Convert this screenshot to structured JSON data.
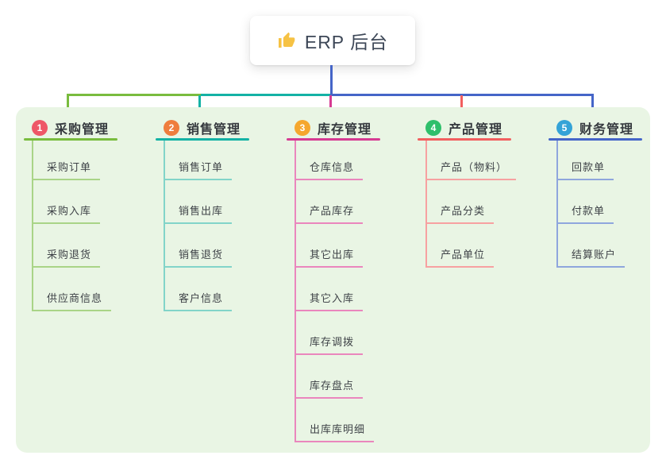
{
  "root": {
    "label": "ERP 后台",
    "icon": "thumbs-up-icon"
  },
  "colors": {
    "panel_bg": "#e9f5e4",
    "root_connector": "#4565c8",
    "thumb_yellow": "#f6c244"
  },
  "branches": [
    {
      "badge": "1",
      "title": "采购管理",
      "badge_color": "#ee5767",
      "line_color": "#79bc3e",
      "child_line_color": "#a9d487",
      "children": [
        "采购订单",
        "采购入库",
        "采购退货",
        "供应商信息"
      ]
    },
    {
      "badge": "2",
      "title": "销售管理",
      "badge_color": "#ef7d3d",
      "line_color": "#14b2a5",
      "child_line_color": "#82d4c9",
      "children": [
        "销售订单",
        "销售出库",
        "销售退货",
        "客户信息"
      ]
    },
    {
      "badge": "3",
      "title": "库存管理",
      "badge_color": "#f5a72e",
      "line_color": "#d63b92",
      "child_line_color": "#ea86bd",
      "children": [
        "仓库信息",
        "产品库存",
        "其它出库",
        "其它入库",
        "库存调拨",
        "库存盘点",
        "出库库明细"
      ]
    },
    {
      "badge": "4",
      "title": "产品管理",
      "badge_color": "#2fbf6b",
      "line_color": "#f25f5f",
      "child_line_color": "#f7a1a1",
      "children": [
        "产品（物料）",
        "产品分类",
        "产品单位"
      ]
    },
    {
      "badge": "5",
      "title": "财务管理",
      "badge_color": "#34a3d7",
      "line_color": "#4565c8",
      "child_line_color": "#8fa6dd",
      "children": [
        "回款单",
        "付款单",
        "结算账户"
      ]
    }
  ]
}
